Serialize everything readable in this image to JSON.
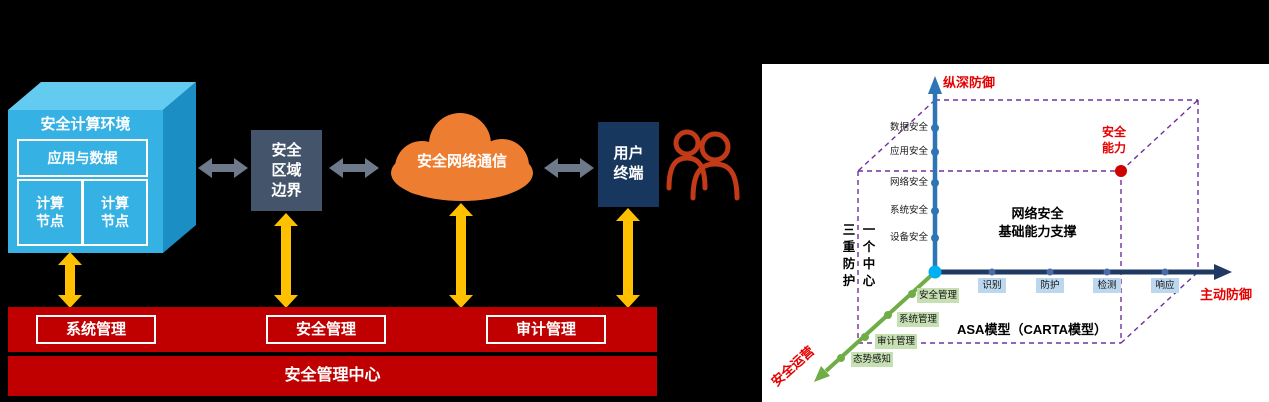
{
  "left_diagram": {
    "computing_environment": {
      "title": "安全计算环境",
      "app_data_label": "应用与数据",
      "node_line1": "计算",
      "node_line2": "节点"
    },
    "boundary": {
      "line1": "安全",
      "line2": "区域",
      "line3": "边界"
    },
    "network_cloud": {
      "label": "安全网络通信"
    },
    "terminal": {
      "line1": "用户",
      "line2": "终端"
    },
    "management": {
      "system": "系统管理",
      "security": "安全管理",
      "audit": "审计管理",
      "center": "安全管理中心"
    }
  },
  "right_panel": {
    "axes": {
      "vertical": "纵深防御",
      "horizontal": "主动防御",
      "diagonal": "安全运营"
    },
    "depth_items": [
      "数据安全",
      "应用安全",
      "网络安全",
      "系统安全",
      "设备安全"
    ],
    "active_items": [
      "识别",
      "防护",
      "检测",
      "响应"
    ],
    "operation_items": [
      "安全管理",
      "系统管理",
      "审计管理",
      "态势感知"
    ],
    "phrase_column_right": "一个中心",
    "phrase_column_left": "三重防护",
    "support_line1": "网络安全",
    "support_line2": "基础能力支撑",
    "capability": {
      "line1": "安全",
      "line2": "能力"
    },
    "model_label": "ASA模型（CARTA模型）"
  },
  "colors": {
    "background": "#000000",
    "cube_front": "#35B1E4",
    "cube_top": "#63CBF0",
    "cube_side": "#1B8FC4",
    "boundary_box": "#44546A",
    "cloud_orange": "#ED7D31",
    "terminal_navy": "#17375E",
    "red_bar": "#C00000",
    "yellow_arrow": "#FFC000",
    "gray_arrow": "#6E7A8A",
    "axis_vertical_blue": "#2E75B6",
    "axis_horizontal_navy": "#1F3864",
    "axis_diagonal_green": "#70AD47",
    "dashed_box_purple": "#7030A0",
    "chip_blue": "#BDD7EE",
    "chip_green": "#C6E0B4",
    "origin_dot": "#00B0F0",
    "capability_dot": "#D00000",
    "accent_red_text": "#E60000",
    "people_icon": "#C23A17"
  }
}
